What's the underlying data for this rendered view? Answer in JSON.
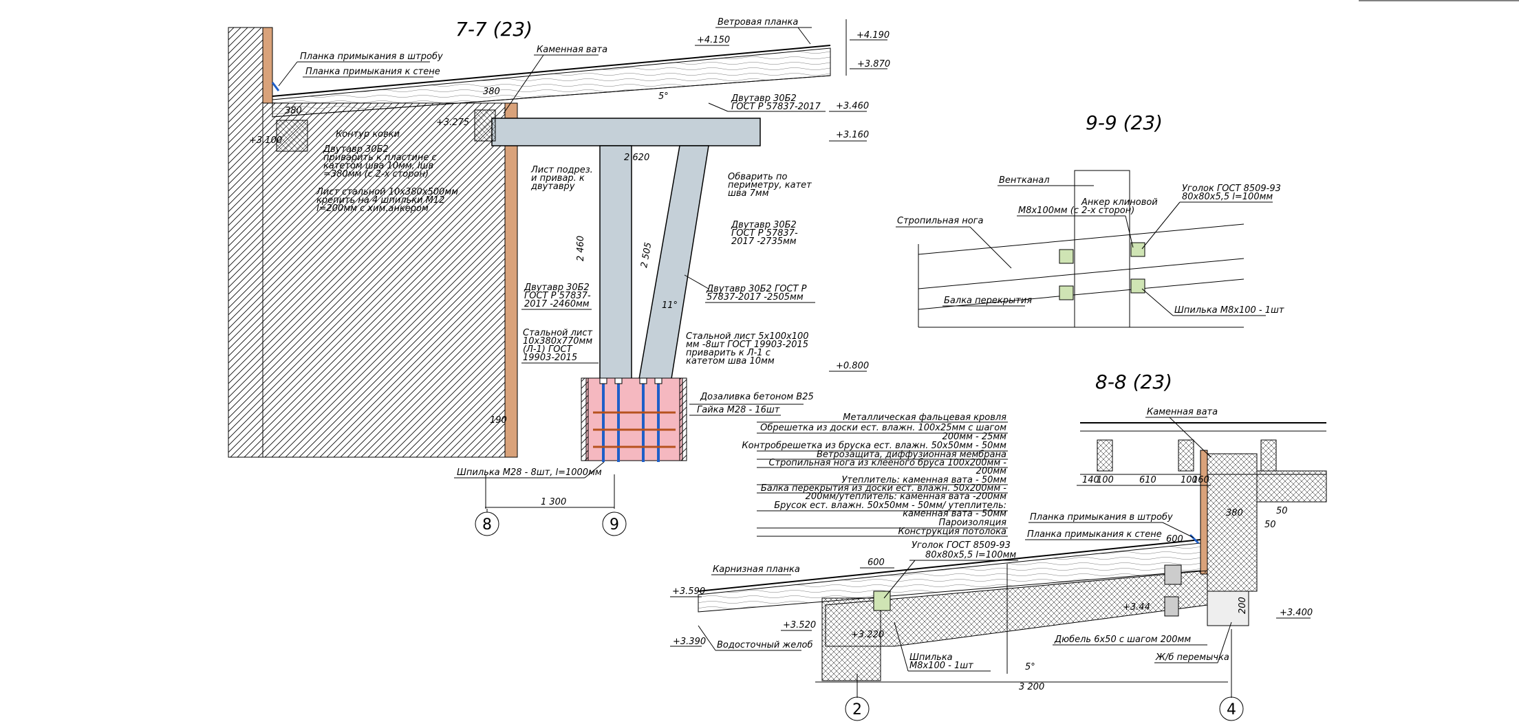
{
  "colors": {
    "steel": "#c5d0d8",
    "concrete_fill": "#f5b8c0",
    "rebar_vertical": "#1f5fc8",
    "rebar_horizontal": "#b6521e",
    "brick": "#d9a27a",
    "anchor_plate": "#cfe4b4",
    "flashing": "#1f5fc8"
  },
  "section_77": {
    "title": "7-7 (23)",
    "labels": {
      "l1": "Ветровая планка",
      "l2": "Планка примыкания в штробу",
      "l3": "Планка примыкания к стене",
      "l4": "Каменная вата",
      "l5": "Двутавр 30Б2",
      "l6": "ГОСТ Р 57837-2017",
      "l7": "Контур ковки",
      "l8a": "Двутавр 30Б2",
      "l8b": "приварить к пластине с",
      "l8c": "катетом шва 10мм, lшв",
      "l8d": "=380мм (с 2-х сторон)",
      "l9a": "Лист стальной 10х380х500мм",
      "l9b": "крепить на 4 шпильки М12",
      "l9c": "l=200мм с хим.анкером",
      "l10a": "Лист подрез.",
      "l10b": "и привар. к",
      "l10c": "двутавру",
      "l11a": "Обварить по",
      "l11b": "периметру, катет",
      "l11c": "шва 7мм",
      "l12a": "Двутавр 30Б2",
      "l12b": "ГОСТ Р 57837-",
      "l12c": "2017 -2735мм",
      "l13a": "Двутавр 30Б2",
      "l13b": "ГОСТ Р 57837-",
      "l13c": "2017 -2460мм",
      "l14a": "Двутавр 30Б2 ГОСТ Р",
      "l14b": "57837-2017 -2505мм",
      "l15a": "Стальной лист",
      "l15b": "10х380х770мм",
      "l15c": "(Л-1) ГОСТ",
      "l15d": "19903-2015",
      "l16a": "Стальной лист 5х100х100",
      "l16b": "мм -8шт ГОСТ 19903-2015",
      "l16c": "приварить к Л-1 с",
      "l16d": "катетом шва 10мм",
      "l17": "Дозаливка бетоном В25",
      "l18": "Гайка М28 - 16шт",
      "l19": "Шпилька М28 - 8шт, l=1000мм"
    },
    "dims": {
      "d1": "+4.150",
      "d2": "+4.190",
      "d3": "+3.870",
      "d4": "+3.460",
      "d5": "+3.160",
      "d6": "+3.275",
      "d7": "+3.100",
      "d8": "+0.800",
      "d9": "380",
      "d10": "380",
      "d11": "2 620",
      "d12": "2 460",
      "d13": "2 505",
      "d14": "5°",
      "d15": "11°",
      "d16": "190",
      "d17": "1 300"
    },
    "axes": {
      "a1": "8",
      "a2": "9"
    }
  },
  "section_99": {
    "title": "9-9 (23)",
    "labels": {
      "l1": "Вентканал",
      "l2a": "Анкер клиновой",
      "l2b": "М8х100мм (с 2-х сторон)",
      "l3a": "Уголок ГОСТ 8509-93",
      "l3b": "80х80х5,5 l=100мм",
      "l4": "Стропильная нога",
      "l5": "Балка перекрытия",
      "l6": "Шпилька М8х100 - 1шт"
    }
  },
  "section_88": {
    "title": "8-8 (23)",
    "layers": [
      "Металлическая фальцевая кровля",
      "Обрешетка из доски ест. влажн. 100х25мм с шагом",
      "200мм - 25мм",
      "Контробрешетка из бруска ест. влажн. 50х50мм - 50мм",
      "Ветрозащита, диффузионная мембрана",
      "Стропильная нога из клееного бруса 100х200мм -",
      "200мм",
      "Утеплитель: каменная вата - 50мм",
      "Балка перекрытия из доски ест. влажн. 50х200мм -",
      "200мм/утеплитель: каменная вата -200мм",
      "Брусок ест. влажн. 50х50мм - 50мм/ утеплитель:",
      "каменная вата - 50мм",
      "Пароизоляция",
      "Конструкция потолока"
    ],
    "labels": {
      "l1": "Каменная вата",
      "l2": "Планка примыкания в штробу",
      "l3": "Планка примыкания к стене",
      "l4a": "Уголок ГОСТ 8509-93",
      "l4b": "80х80х5,5 l=100мм",
      "l5": "Карнизная планка",
      "l6": "Водосточный желоб",
      "l7a": "Шпилька",
      "l7b": "М8х100 - 1шт",
      "l8": "Дюбель 6х50 с шагом 200мм",
      "l9": "Ж/б перемычка"
    },
    "dims": {
      "d1": "+3.590",
      "d2": "+3.520",
      "d3": "+3.390",
      "d4": "+3.220",
      "d5": "+3.44",
      "d6": "+3.400",
      "d7": "600",
      "d8": "600",
      "d9": "5°",
      "d10": "3 200",
      "d11": "140",
      "d12": "100",
      "d13": "610",
      "d14": "100",
      "d15": "160",
      "d16": "380",
      "d17": "50",
      "d18": "50",
      "d19": "200"
    },
    "axes": {
      "a1": "2",
      "a2": "4"
    }
  }
}
